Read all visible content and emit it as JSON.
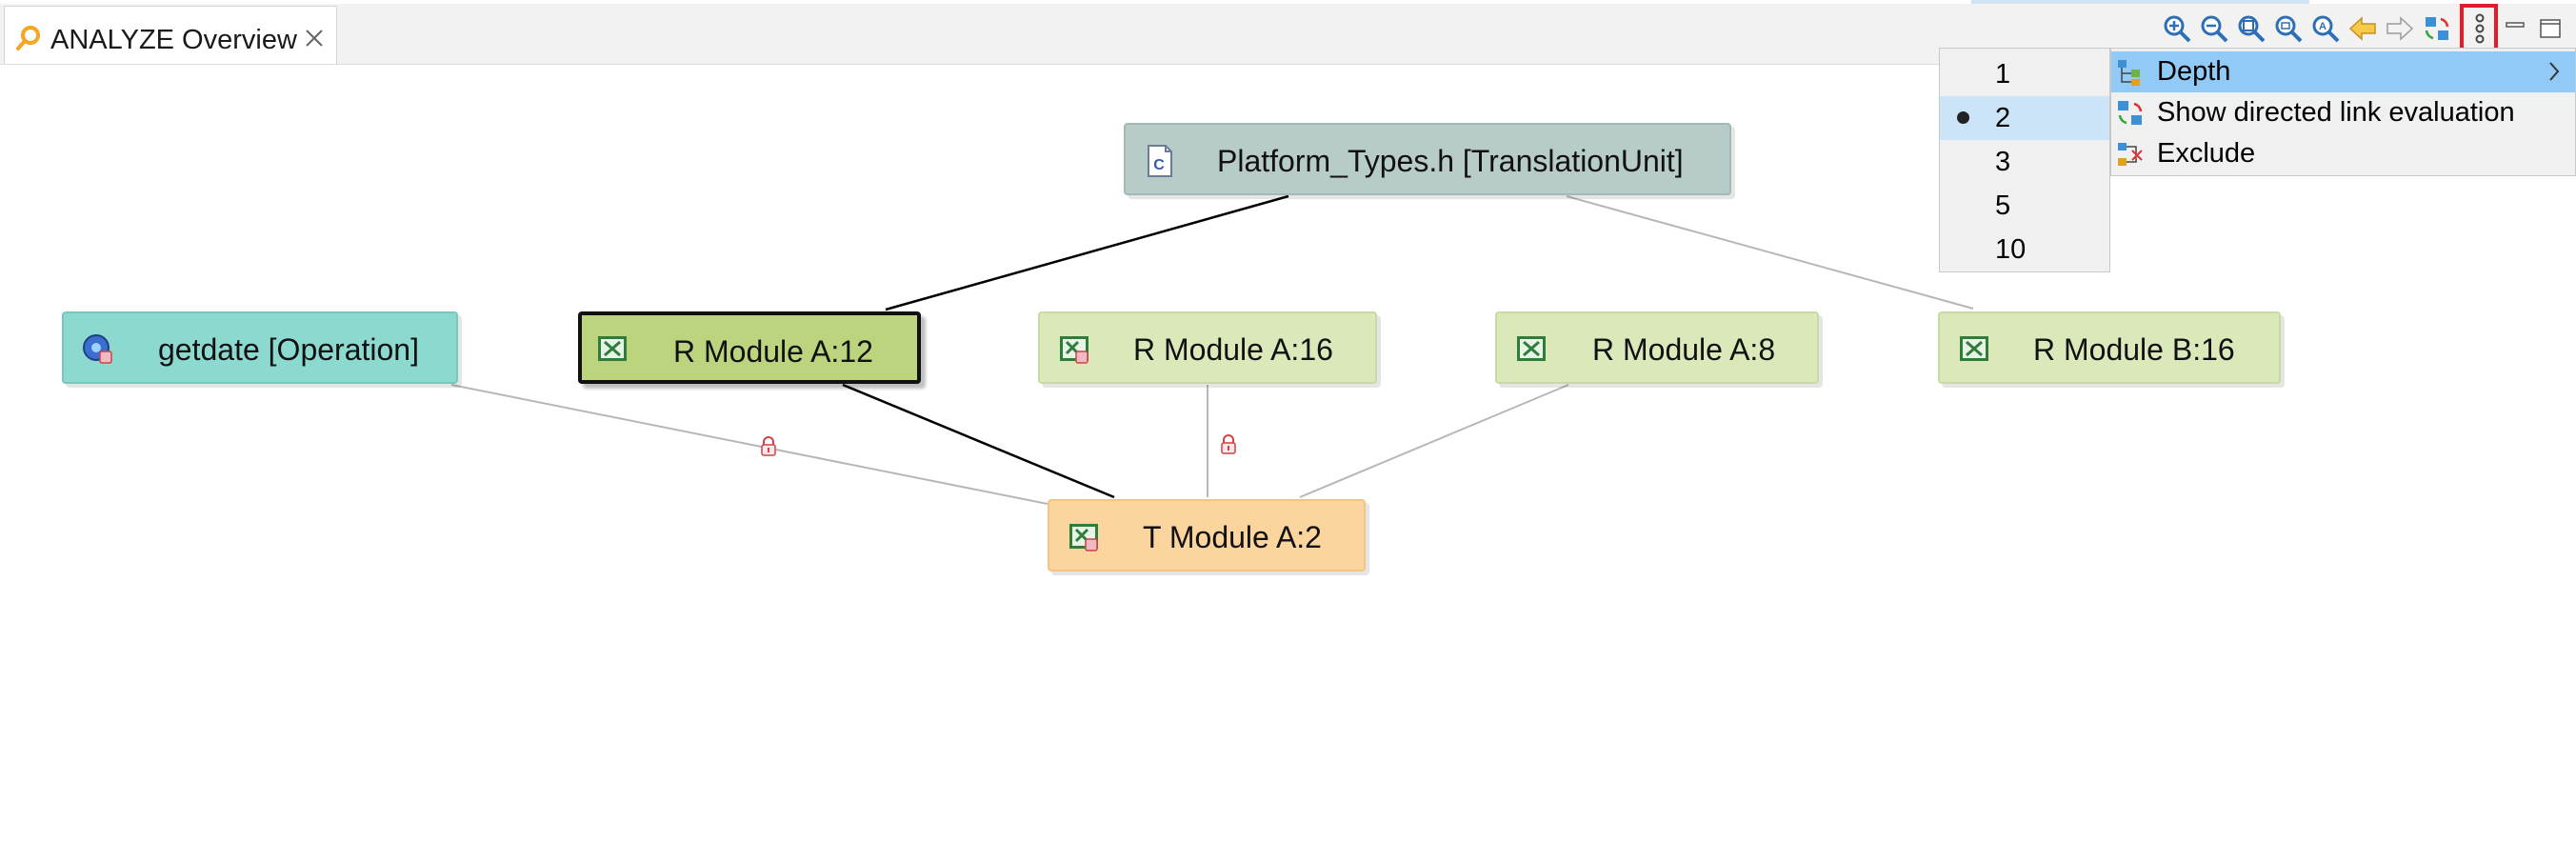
{
  "tab": {
    "title": "ANALYZE Overview",
    "icon": "analyze-icon",
    "close_icon": "close-icon"
  },
  "toolbar": {
    "icons": [
      "zoom-in-icon",
      "zoom-out-icon",
      "zoom-in-plus-icon",
      "zoom-fit-icon",
      "zoom-selection-icon",
      "back-arrow-icon",
      "forward-arrow-icon",
      "refresh-icon",
      "more-options-icon",
      "minimize-icon",
      "maximize-icon"
    ]
  },
  "nodes": {
    "platform": {
      "label": "Platform_Types.h [TranslationUnit]",
      "icon": "c-source-file-icon",
      "color": "#b7cbc9"
    },
    "getdate": {
      "label": "getdate [Operation]",
      "icon": "operation-icon",
      "color": "#8cd9d0"
    },
    "r12": {
      "label": "R Module A:12",
      "icon": "module-icon",
      "color": "#bbd47d"
    },
    "r16": {
      "label": "R Module A:16",
      "icon": "module-locked-icon",
      "color": "#dbe8ba"
    },
    "r8": {
      "label": "R Module A:8",
      "icon": "module-icon",
      "color": "#dbe8ba"
    },
    "rb16": {
      "label": "R Module B:16",
      "icon": "module-icon",
      "color": "#dbe8ba"
    },
    "t2": {
      "label": "T Module A:2",
      "icon": "module-locked-icon",
      "color": "#fbd49e"
    }
  },
  "edge_markers": [
    "lock-icon",
    "lock-icon"
  ],
  "depth_submenu": {
    "items": [
      "1",
      "2",
      "3",
      "5",
      "10"
    ],
    "selected": "2"
  },
  "context_menu": {
    "items": [
      {
        "label": "Depth",
        "icon": "depth-icon",
        "has_submenu": true
      },
      {
        "label": "Show directed link evaluation",
        "icon": "directed-link-icon"
      },
      {
        "label": "Exclude",
        "icon": "exclude-icon"
      }
    ]
  },
  "colors": {
    "highlight": "#e21d2b",
    "menu_active": "#91c9f7",
    "menu_selected": "#cce4f7"
  }
}
